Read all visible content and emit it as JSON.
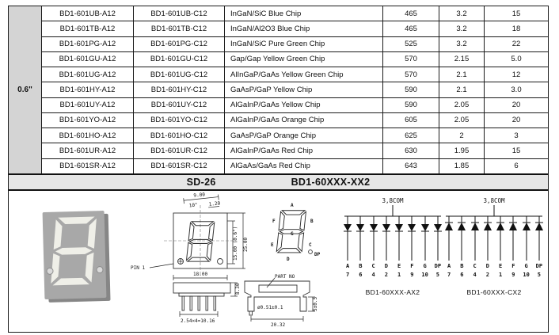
{
  "table": {
    "size_label": "0.6\"",
    "rows": [
      {
        "part_a": "BD1-601UB-A12",
        "part_c": "BD1-601UB-C12",
        "chip": "InGaN/SiC Blue Chip",
        "wavelength": "465",
        "vf": "3.2",
        "iv": "15"
      },
      {
        "part_a": "BD1-601TB-A12",
        "part_c": "BD1-601TB-C12",
        "chip": "InGaN/Al2O3 Blue Chip",
        "wavelength": "465",
        "vf": "3.2",
        "iv": "18"
      },
      {
        "part_a": "BD1-601PG-A12",
        "part_c": "BD1-601PG-C12",
        "chip": "InGaN/SiC Pure Green Chip",
        "wavelength": "525",
        "vf": "3.2",
        "iv": "22"
      },
      {
        "part_a": "BD1-601GU-A12",
        "part_c": "BD1-601GU-C12",
        "chip": "Gap/Gap Yellow Green Chip",
        "wavelength": "570",
        "vf": "2.15",
        "iv": "5.0"
      },
      {
        "part_a": "BD1-601UG-A12",
        "part_c": "BD1-601UG-C12",
        "chip": "AlInGaP/GaAs Yellow Green Chip",
        "wavelength": "570",
        "vf": "2.1",
        "iv": "12"
      },
      {
        "part_a": "BD1-601HY-A12",
        "part_c": "BD1-601HY-C12",
        "chip": "GaAsP/GaP Yellow Chip",
        "wavelength": "590",
        "vf": "2.1",
        "iv": "3.0"
      },
      {
        "part_a": "BD1-601UY-A12",
        "part_c": "BD1-601UY-C12",
        "chip": "AlGaInP/GaAs Yellow Chip",
        "wavelength": "590",
        "vf": "2.05",
        "iv": "20"
      },
      {
        "part_a": "BD1-601YO-A12",
        "part_c": "BD1-601YO-C12",
        "chip": "AlGaInP/GaAs Orange Chip",
        "wavelength": "605",
        "vf": "2.05",
        "iv": "20"
      },
      {
        "part_a": "BD1-601HO-A12",
        "part_c": "BD1-601HO-C12",
        "chip": "GaAsP/GaP Orange Chip",
        "wavelength": "625",
        "vf": "2",
        "iv": "3"
      },
      {
        "part_a": "BD1-601UR-A12",
        "part_c": "BD1-601UR-C12",
        "chip": "AlGaInP/GaAs Red Chip",
        "wavelength": "630",
        "vf": "1.95",
        "iv": "15"
      },
      {
        "part_a": "BD1-601SR-A12",
        "part_c": "BD1-601SR-C12",
        "chip": "AlGaAs/GaAs Red Chip",
        "wavelength": "643",
        "vf": "1.85",
        "iv": "6"
      }
    ]
  },
  "section": {
    "series": "SD-26",
    "part_family": "BD1-60XXX-XX2"
  },
  "drawings": {
    "front": {
      "dim_top": "9.00",
      "dim_angle": "10°",
      "dim_seg": "1.20",
      "dim_digit_height": "15.00 (0.6\")",
      "dim_height": "25.00",
      "dim_width": "18.00",
      "pin1_label": "PIN 1"
    },
    "segments": {
      "a": "A",
      "b": "B",
      "c": "C",
      "d": "D",
      "e": "E",
      "f": "F",
      "g": "G",
      "dp": "DP"
    },
    "side": {
      "dim_height": "8.30",
      "dim_pitch": "2.54×4=10.16"
    },
    "back": {
      "part_no_label": "PART NO",
      "dim_pin": "ø0.51±0.1",
      "dim_width": "20.32",
      "dim_height": "5±0.5"
    }
  },
  "circuit_labels": {
    "segments": [
      "A",
      "B",
      "C",
      "D",
      "E",
      "F",
      "G",
      "DP"
    ],
    "pins": [
      "7",
      "6",
      "4",
      "2",
      "1",
      "9",
      "10",
      "5"
    ]
  },
  "circuits": [
    {
      "common": "3,8COM",
      "caption": "BD1-60XXX-AX2",
      "type": "common-anode"
    },
    {
      "common": "3,8COM",
      "caption": "BD1-60XXX-CX2",
      "type": "common-cathode"
    }
  ],
  "colors": {
    "cell_gray": "#d4d4d4",
    "strip_gray": "#e6e6e6",
    "body_gray": "#a8a8a8",
    "line": "#1a1a1a"
  }
}
